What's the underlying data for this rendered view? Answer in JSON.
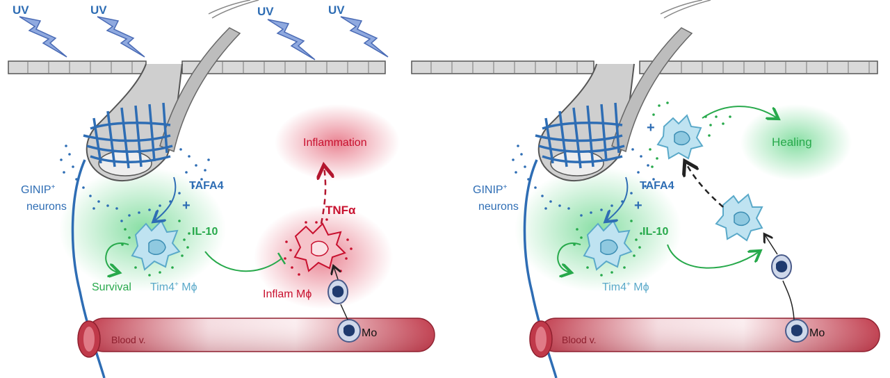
{
  "uv_label": "UV",
  "left_panel": {
    "ginip_line1": "GINIP",
    "ginip_sup": "+",
    "ginip_line2": "neurons",
    "tafa4": "TAFA4",
    "plus": "+",
    "il10": "IL-10",
    "survival": "Survival",
    "tim4_mac": "Tim4",
    "tim4_sup": "+",
    "tim4_mac_suffix": " Mϕ",
    "inflammation": "Inflammation",
    "tnf": "TNFα",
    "inflam_mac": "Inflam Mϕ",
    "blood_vessel": "Blood v.",
    "monocyte": "Mo"
  },
  "right_panel": {
    "ginip_line1": "GINIP",
    "ginip_sup": "+",
    "ginip_line2": "neurons",
    "tafa4": "TAFA4",
    "plus": "+",
    "il10": "IL-10",
    "tim4_mac": "Tim4",
    "tim4_sup": "+",
    "tim4_mac_suffix": " Mϕ",
    "healing": "Healing",
    "blood_vessel": "Blood v.",
    "monocyte": "Mo"
  },
  "colors": {
    "neuron_blue": "#2e6db4",
    "green": "#27a94b",
    "red": "#c8102e",
    "macrophage_cyan": "#8fc9e0",
    "vessel": "#c0394a"
  }
}
